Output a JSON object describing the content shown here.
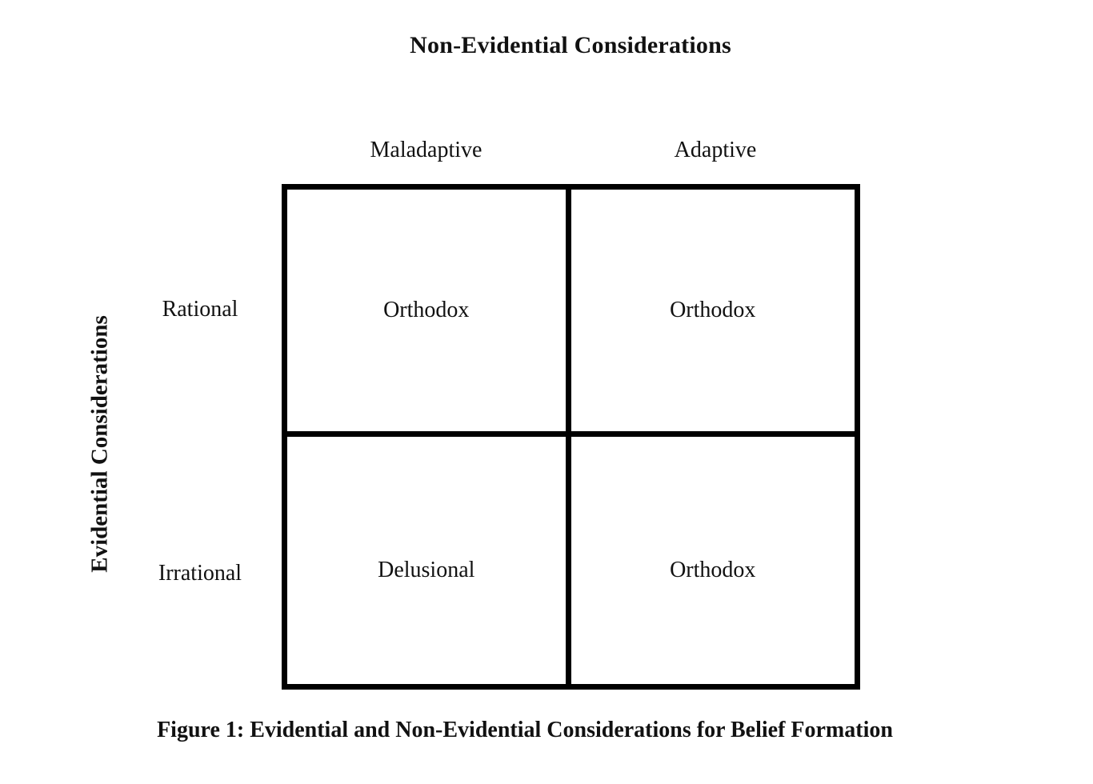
{
  "figure": {
    "top_axis_title": "Non-Evidential Considerations",
    "left_axis_title": "Evidential Considerations",
    "columns": [
      "Maladaptive",
      "Adaptive"
    ],
    "rows": [
      "Rational",
      "Irrational"
    ],
    "cells": [
      [
        "Orthodox",
        "Orthodox"
      ],
      [
        "Delusional",
        "Orthodox"
      ]
    ],
    "caption": "Figure 1: Evidential and Non-Evidential Considerations for Belief Formation"
  }
}
